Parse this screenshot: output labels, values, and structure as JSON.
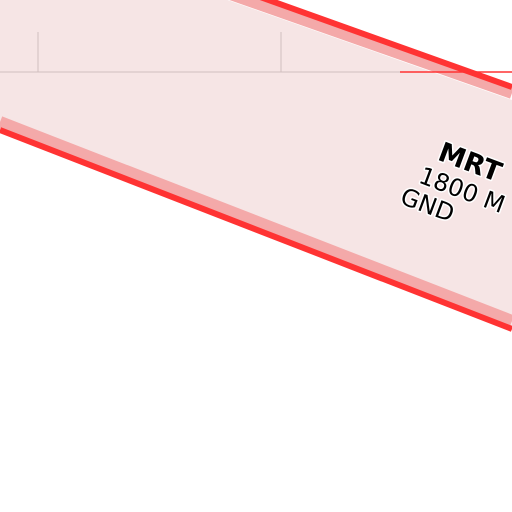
{
  "map": {
    "background_color": "#ffffff",
    "airspace": {
      "type": "restricted-corridor",
      "fill_color": "#f4e1e1",
      "inner_border_color": "#f4a9a9",
      "border_color": "#ff3333",
      "name": "MRT",
      "upper_limit": "1800 M",
      "lower_limit": "GND"
    },
    "reference_line": {
      "color": "#000000",
      "overlap_color": "#ff3333"
    }
  }
}
